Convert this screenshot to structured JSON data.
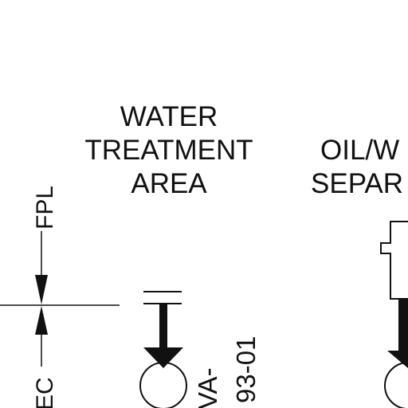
{
  "labels": {
    "water_area_line1": "WATER",
    "water_area_line2": "TREATMENT",
    "water_area_line3": "AREA",
    "oil_sep_line1": "OIL/W",
    "oil_sep_line2": "SEPAR",
    "fpl": "FPL",
    "ec": "EC",
    "well_va_line1": "VA-",
    "well_va_line2": "93-01"
  },
  "colors": {
    "ink": "#111111",
    "background": "#ffffff"
  }
}
